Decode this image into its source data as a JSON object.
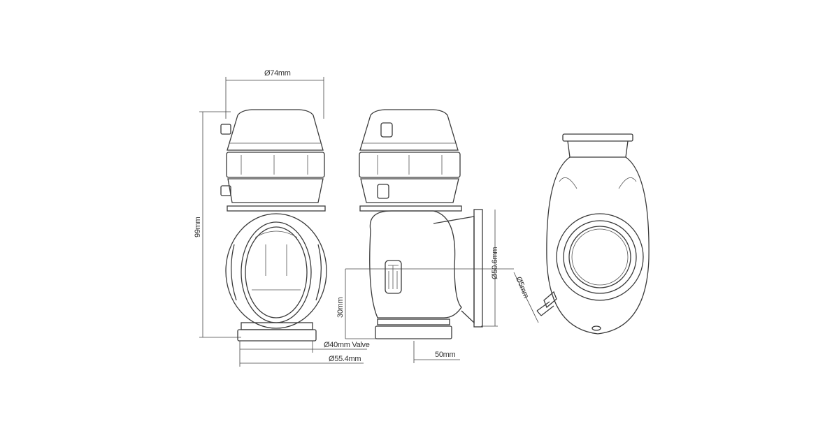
{
  "dimensions": {
    "top_diameter": "Ø74mm",
    "overall_height": "99mm",
    "inlet_height": "30mm",
    "valve_diameter": "Ø40mm Valve",
    "inlet_flange_diameter": "Ø55.4mm",
    "outlet_offset": "50mm",
    "outlet_flange_diameter": "Ø50.6mm",
    "pipe_diameter": "Ø5mm"
  }
}
